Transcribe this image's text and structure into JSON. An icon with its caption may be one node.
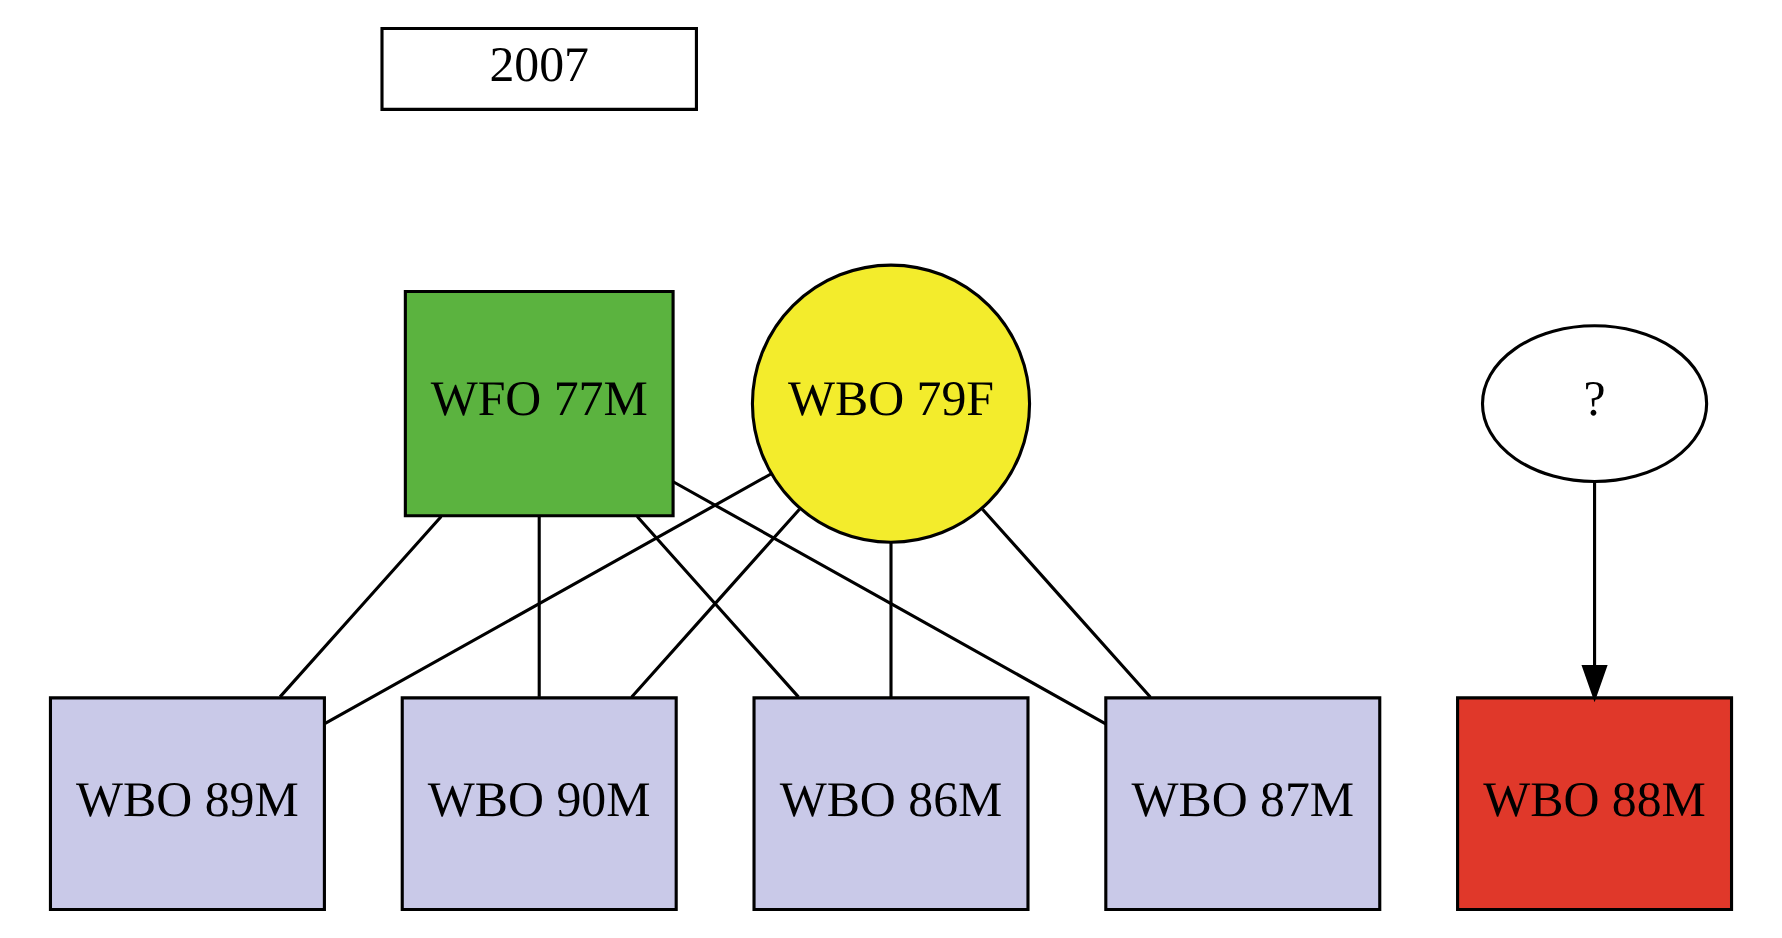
{
  "diagram": {
    "nodes": [
      {
        "text": [
          "2007"
        ]
      },
      {
        "text": [
          "WFO 77M"
        ]
      },
      {
        "text": [
          "WBO 79F"
        ]
      },
      {
        "text": [
          "WBO 86M"
        ]
      },
      {
        "text": [
          "WBO 87M"
        ]
      },
      {
        "text": [
          "WBO 89M"
        ]
      },
      {
        "text": [
          "WBO 90M"
        ]
      },
      {
        "text": [
          "?"
        ]
      },
      {
        "text": [
          "WBO 88M"
        ]
      }
    ],
    "edges": [
      {
        "from": 1,
        "to": 3,
        "arrow": "none"
      },
      {
        "from": 1,
        "to": 4,
        "arrow": "none"
      },
      {
        "from": 1,
        "to": 5,
        "arrow": "none"
      },
      {
        "from": 1,
        "to": 6,
        "arrow": "none"
      },
      {
        "from": 2,
        "to": 3,
        "arrow": "none"
      },
      {
        "from": 2,
        "to": 4,
        "arrow": "none"
      },
      {
        "from": 2,
        "to": 5,
        "arrow": "none"
      },
      {
        "from": 2,
        "to": 6,
        "arrow": "none"
      },
      {
        "from": 7,
        "to": 8,
        "arrow": "to"
      }
    ]
  }
}
